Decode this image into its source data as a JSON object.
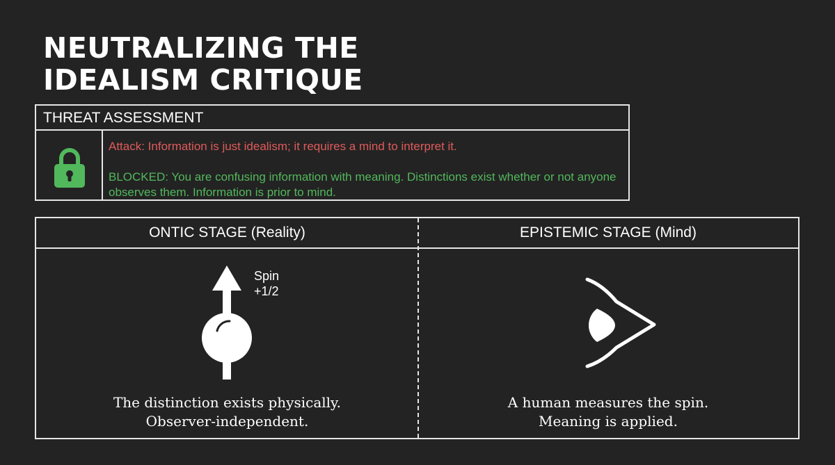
{
  "title": {
    "line1": "NEUTRALIZING THE",
    "line2": "IDEALISM CRITIQUE"
  },
  "threat": {
    "header": "THREAT ASSESSMENT",
    "icon": "lock-icon",
    "attack": "Attack: Information is just idealism; it requires a mind to interpret it.",
    "blocked": "BLOCKED: You are confusing information with meaning. Distinctions exist whether or not anyone observes them. Information is prior to mind."
  },
  "stages": {
    "ontic": {
      "title": "ONTIC STAGE (Reality)",
      "spin_label_line1": "Spin",
      "spin_label_line2": "+1/2",
      "icon": "spin-particle-icon",
      "caption_line1": "The distinction exists physically.",
      "caption_line2": "Observer-independent."
    },
    "epistemic": {
      "title": "EPISTEMIC STAGE (Mind)",
      "icon": "eye-icon",
      "caption_line1": "A human measures the spin.",
      "caption_line2": "Meaning is applied."
    }
  },
  "colors": {
    "background": "#232323",
    "attack": "#e05a5a",
    "blocked": "#52b85c",
    "lock": "#52b85c"
  }
}
